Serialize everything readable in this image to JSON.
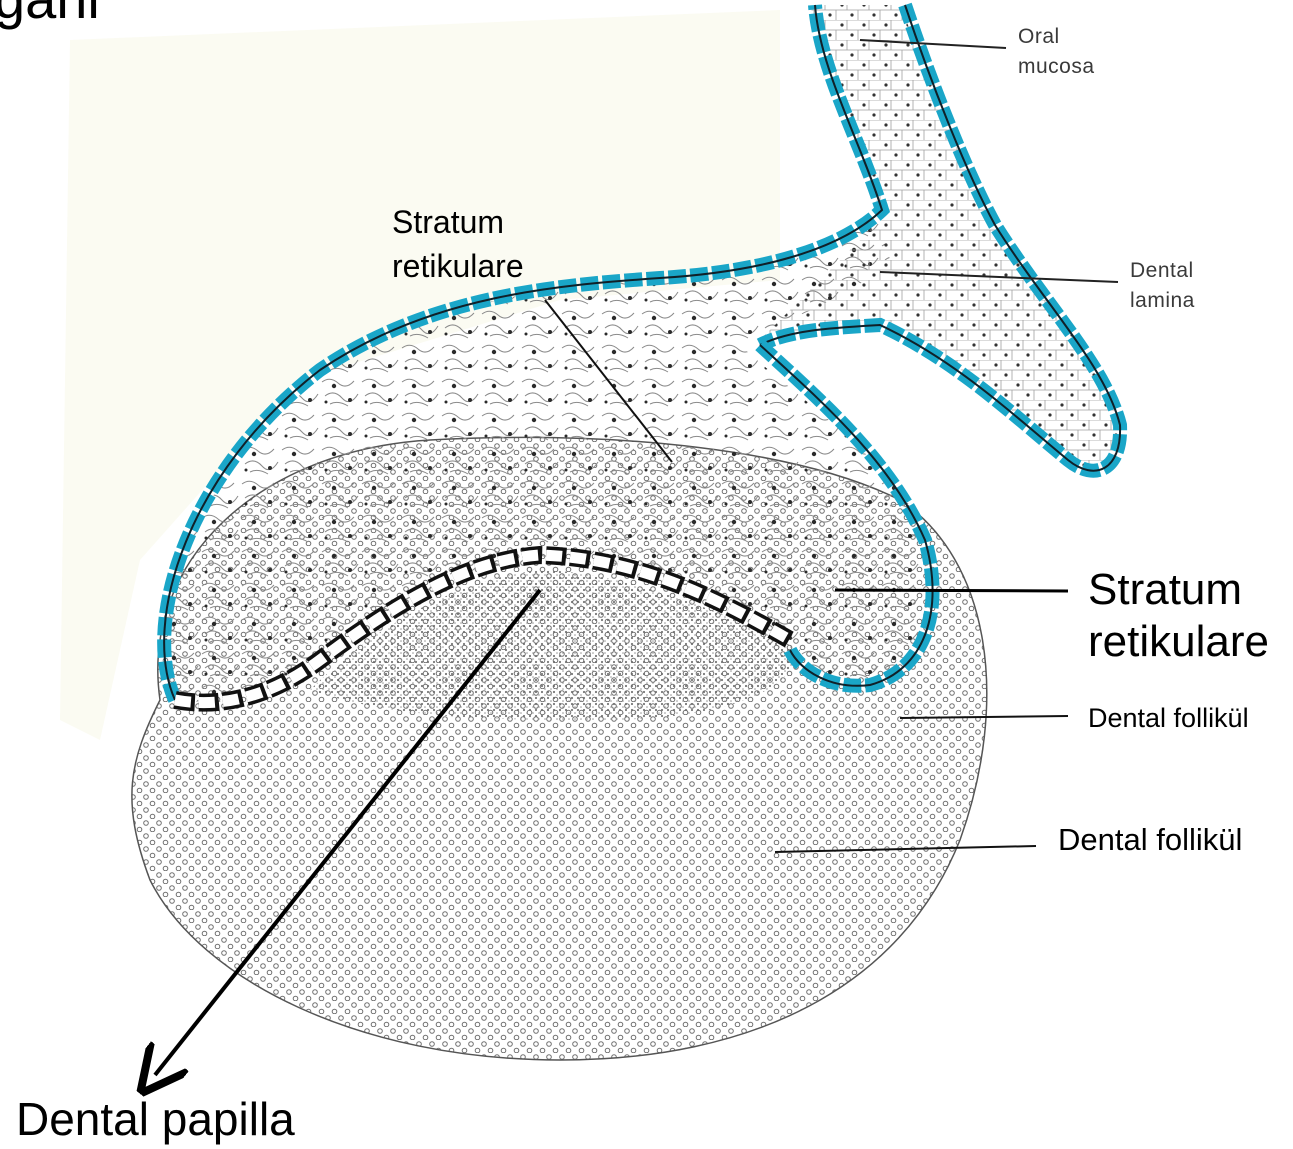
{
  "header": {
    "title_fragment": "gani"
  },
  "labels": {
    "oral_mucosa": [
      "Oral",
      "mucosa"
    ],
    "dental_lamina": [
      "Dental",
      "lamina"
    ],
    "stratum_top": [
      "Stratum",
      "retikulare"
    ],
    "stratum_right": [
      "Stratum",
      "retikulare"
    ],
    "dental_follikul_1": "Dental follikül",
    "dental_follikul_2": "Dental follikül",
    "dental_papilla": "Dental papilla"
  },
  "colors": {
    "epithelium": "#1aa6c8",
    "outline": "#102028",
    "stipple": "#6a6a6a",
    "reticulum": "#5a5a5a",
    "background_tint": "#fbfbf2"
  }
}
